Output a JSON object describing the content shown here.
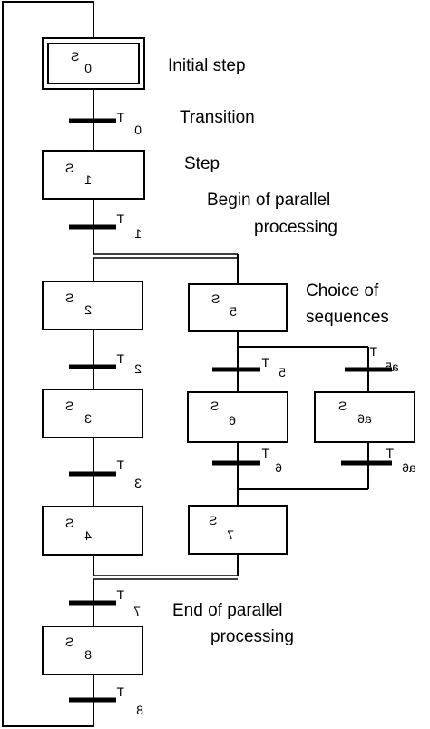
{
  "steps": {
    "s0": {
      "letter": "S",
      "index": "0"
    },
    "s1": {
      "letter": "S",
      "index": "1"
    },
    "s2": {
      "letter": "S",
      "index": "2"
    },
    "s3": {
      "letter": "S",
      "index": "3"
    },
    "s4": {
      "letter": "S",
      "index": "4"
    },
    "s5": {
      "letter": "S",
      "index": "5"
    },
    "s6": {
      "letter": "S",
      "index": "6"
    },
    "s6a": {
      "letter": "S",
      "index": "a6"
    },
    "s7": {
      "letter": "S",
      "index": "7"
    },
    "s8": {
      "letter": "S",
      "index": "8"
    }
  },
  "transitions": {
    "t0": {
      "letter": "T",
      "index": "0"
    },
    "t1": {
      "letter": "T",
      "index": "1"
    },
    "t2": {
      "letter": "T",
      "index": "2"
    },
    "t3": {
      "letter": "T",
      "index": "3"
    },
    "t5": {
      "letter": "T",
      "index": "5"
    },
    "t5a": {
      "letter": "T",
      "index": "a5"
    },
    "t6": {
      "letter": "T",
      "index": "6"
    },
    "t6a": {
      "letter": "T",
      "index": "a6"
    },
    "t7": {
      "letter": "T",
      "index": "7"
    },
    "t8": {
      "letter": "T",
      "index": "8"
    }
  },
  "annotations": {
    "initial_step": "Initial step",
    "transition": "Transition",
    "step": "Step",
    "begin_parallel_1": "Begin of parallel",
    "begin_parallel_2": "processing",
    "choice_1": "Choice of",
    "choice_2": "sequences",
    "end_parallel_1": "End of parallel",
    "end_parallel_2": "processing"
  }
}
